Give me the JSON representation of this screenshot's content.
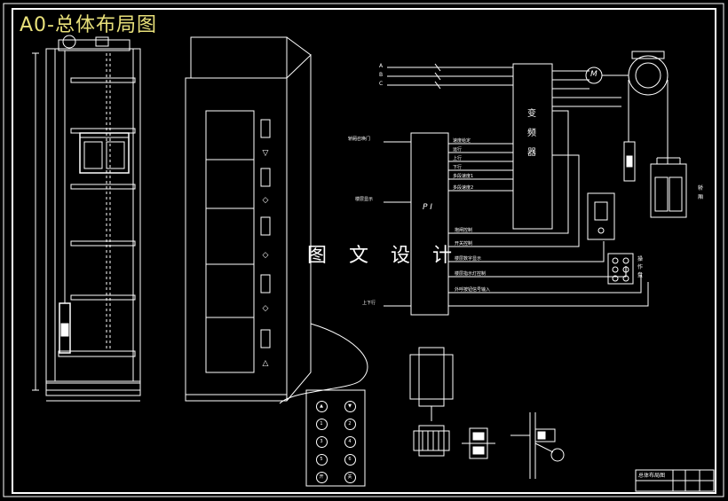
{
  "title": "A0-总体布局图",
  "watermark": "图 文 设 计",
  "schematic": {
    "plc_label": "P I",
    "inverter_label": "变 频 器",
    "motor_label": "M",
    "phase_labels": [
      "A",
      "B",
      "C"
    ],
    "left_inputs": [
      "轿厢召唤门",
      "楼层显示",
      "上下行"
    ],
    "right_labels": [
      "操作盘",
      "轿厢"
    ],
    "plc_outputs": [
      "速度给定",
      "运行",
      "上行",
      "下行",
      "多段速度1",
      "多段速度2",
      "抱闸控制",
      "开关控制",
      "楼层数字显示",
      "楼层指示灯控制",
      "外呼按钮信号输入"
    ]
  },
  "control_panel": {
    "buttons": [
      "▲",
      "▼",
      "1",
      "2",
      "3",
      "4",
      "5",
      "6",
      "开",
      "关"
    ]
  },
  "title_block": {
    "name": "总体布局图"
  }
}
